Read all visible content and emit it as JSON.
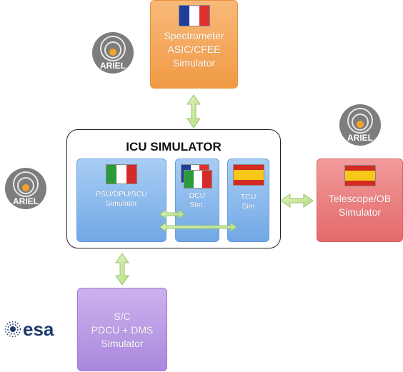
{
  "diagram": {
    "spectrometer": {
      "lines": [
        "Spectrometer",
        "ASIC/CFEE",
        "Simulator"
      ]
    },
    "icu": {
      "title": "ICU SIMULATOR",
      "psu": {
        "lines": [
          "PSU/DPU/SCU",
          "Simulator"
        ]
      },
      "dcu": {
        "lines": [
          "DCU",
          "Sim."
        ]
      },
      "tcu": {
        "lines": [
          "TCU",
          "Sim"
        ]
      }
    },
    "telescope": {
      "lines": [
        "Telescope/OB",
        "Simulator"
      ]
    },
    "sc": {
      "lines": [
        "S/C",
        "PDCU + DMS",
        "Simulator"
      ]
    },
    "logos": {
      "ariel": "ARIEL",
      "esa": "esa"
    },
    "colors": {
      "france": [
        "#1f3f99",
        "#ffffff",
        "#e03030"
      ],
      "italy": [
        "#2a9a3a",
        "#ffffff",
        "#d42a2a"
      ],
      "spain": [
        "#d42a1f",
        "#f7c81a",
        "#d42a1f"
      ],
      "arrow": "#c6e89a"
    }
  }
}
